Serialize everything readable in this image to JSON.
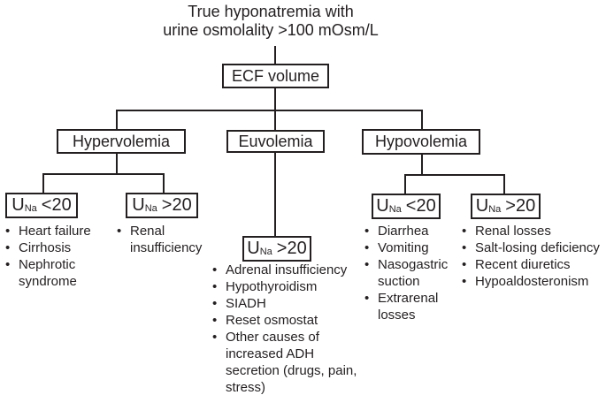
{
  "colors": {
    "text": "#231f20",
    "line": "#231f20",
    "box_border": "#231f20",
    "background": "#ffffff"
  },
  "title": {
    "line1": "True hyponatremia with",
    "line2": "urine osmolality >100 mOsm/L"
  },
  "nodes": {
    "ecf_volume": "ECF volume",
    "hypervolemia": "Hypervolemia",
    "euvolemia": "Euvolemia",
    "hypovolemia": "Hypovolemia"
  },
  "una": {
    "symbol": "U",
    "subscript": "Na",
    "hyper_low": "<20",
    "hyper_high": ">20",
    "eu_high": ">20",
    "hypo_low": "<20",
    "hypo_high": ">20"
  },
  "lists": {
    "hyper_low": [
      "Heart failure",
      "Cirrhosis",
      "Nephrotic syndrome"
    ],
    "hyper_high": [
      "Renal insufficiency"
    ],
    "eu_high": [
      "Adrenal insufficiency",
      "Hypothyroidism",
      "SIADH",
      "Reset osmostat",
      "Other causes of increased ADH secretion (drugs, pain, stress)"
    ],
    "hypo_low": [
      "Diarrhea",
      "Vomiting",
      "Nasogastric suction",
      "Extrarenal losses"
    ],
    "hypo_high": [
      "Renal losses",
      "Salt-losing deficiency",
      "Recent diuretics",
      "Hypoaldosteronism"
    ]
  }
}
